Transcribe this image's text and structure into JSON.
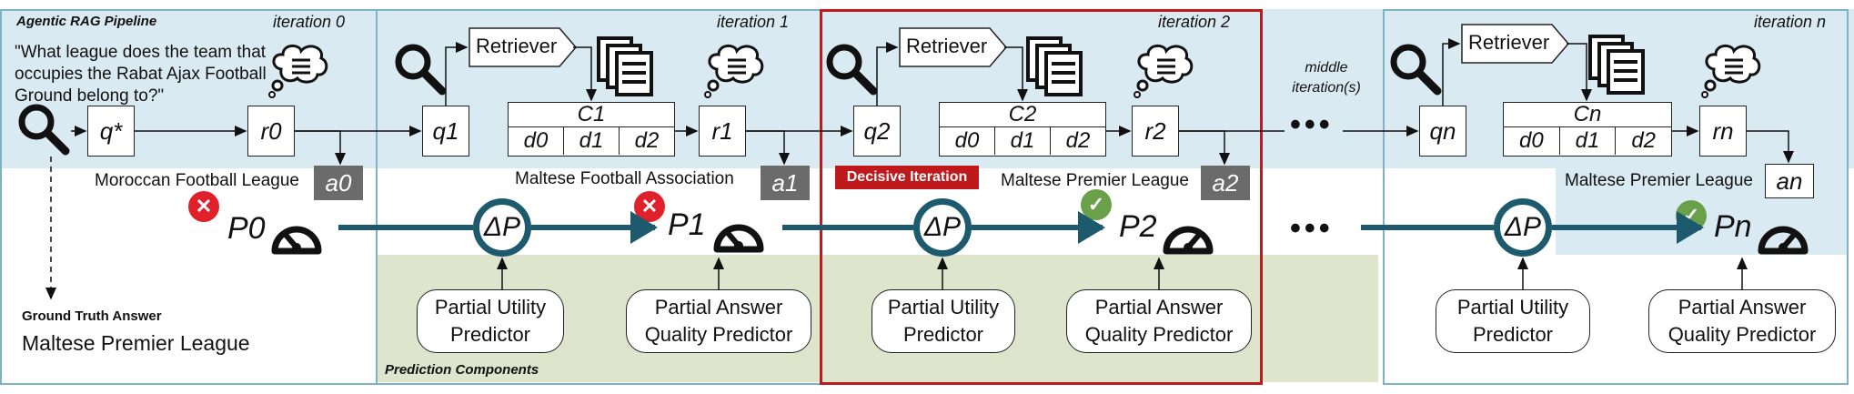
{
  "titles": {
    "pipeline": "Agentic RAG Pipeline",
    "prediction_components": "Prediction Components",
    "decisive": "Decisive Iteration",
    "middle": "middle\niteration(s)"
  },
  "iterations": {
    "it0": "iteration 0",
    "it1": "iteration 1",
    "it2": "iteration 2",
    "itn": "iteration n"
  },
  "question": "\"What league does the team that occupies the Rabat Ajax Football Ground belong to?\"",
  "ground_truth": {
    "heading": "Ground Truth Answer",
    "answer": "Maltese Premier League"
  },
  "retriever_label": "Retriever",
  "nodes": {
    "qstar": "q*",
    "r0": "r0",
    "q1": "q1",
    "r1": "r1",
    "q2": "q2",
    "r2": "r2",
    "qn": "qn",
    "rn": "rn"
  },
  "contexts": {
    "c1": {
      "title": "C1",
      "docs": [
        "d0",
        "d1",
        "d2"
      ]
    },
    "c2": {
      "title": "C2",
      "docs": [
        "d0",
        "d1",
        "d2"
      ]
    },
    "cn": {
      "title": "Cn",
      "docs": [
        "d0",
        "d1",
        "d2"
      ]
    }
  },
  "answers": {
    "a0": {
      "label": "a0",
      "text": "Moroccan Football League",
      "correct": false
    },
    "a1": {
      "label": "a1",
      "text": "Maltese Football Association",
      "correct": false
    },
    "a2": {
      "label": "a2",
      "text": "Maltese Premier League",
      "correct": true
    },
    "an": {
      "label": "an",
      "text": "Maltese Premier League",
      "correct": true
    }
  },
  "performance": {
    "p0": "P0",
    "p1": "P1",
    "p2": "P2",
    "pn": "Pn",
    "delta": "ΔP"
  },
  "predictors": {
    "utility": [
      "Partial Utility",
      "Predictor"
    ],
    "quality": [
      "Partial Answer",
      "Quality Predictor"
    ]
  },
  "ellipsis": "•••",
  "colors": {
    "band_blue": "#daeaf2",
    "band_green": "#dfe5cc",
    "frame": "#7fb2c4",
    "decisive": "#c0191b",
    "arrow": "#1d5a6e",
    "cross": "#e0202a",
    "check": "#6aa04a",
    "answer_box": "#6b6b6b"
  },
  "icons": [
    "magnifier-icon",
    "thought-bubble-icon",
    "documents-icon",
    "gauge-icon",
    "cross-icon",
    "check-icon"
  ]
}
